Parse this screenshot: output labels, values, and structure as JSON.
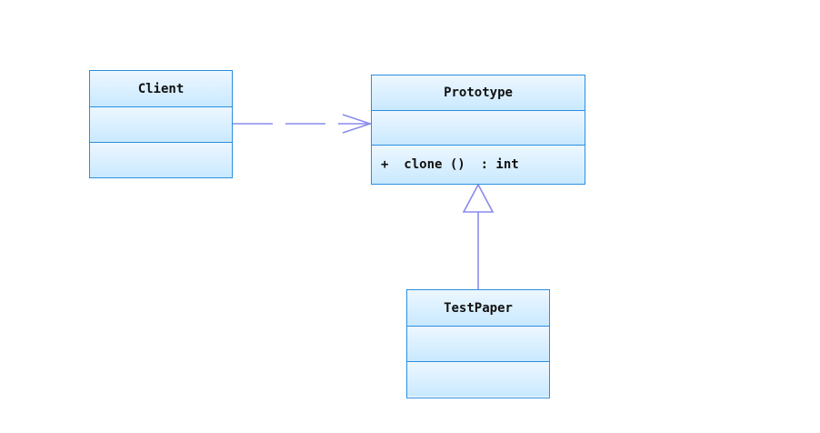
{
  "classes": {
    "client": {
      "name": "Client"
    },
    "prototype": {
      "name": "Prototype",
      "operation": "+  clone ()  : int"
    },
    "testpaper": {
      "name": "TestPaper"
    }
  },
  "relations": [
    {
      "type": "dependency",
      "from": "Client",
      "to": "Prototype"
    },
    {
      "type": "generalization",
      "from": "TestPaper",
      "to": "Prototype"
    }
  ],
  "colors": {
    "border": "#2b8fe0",
    "fill_top": "#edf7ff",
    "fill_bottom": "#c9e9ff",
    "connector": "#8a8af0"
  }
}
